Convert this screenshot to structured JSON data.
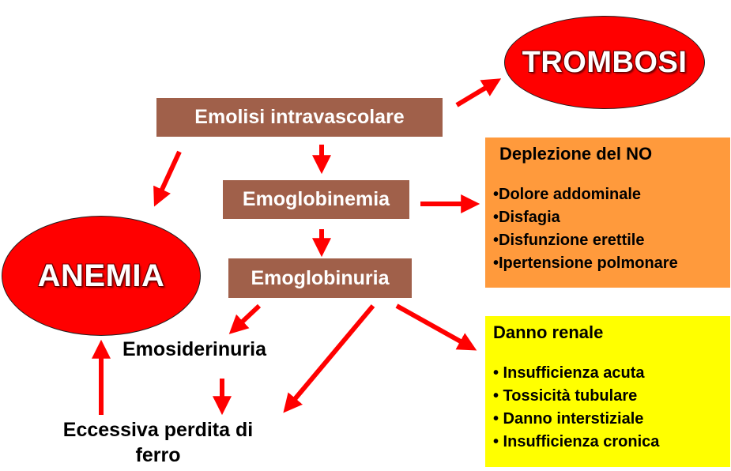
{
  "nodes": {
    "emolisi": "Emolisi intravascolare",
    "emoglobinemia": "Emoglobinemia",
    "emoglobinuria": "Emoglobinuria",
    "trombosi": "TROMBOSI",
    "anemia": "ANEMIA",
    "emosiderinuria": "Emosiderinuria",
    "perdita_line1": "Eccessiva perdita di",
    "perdita_line2": "ferro"
  },
  "no_panel": {
    "title": "Deplezione del NO",
    "items": [
      "•Dolore addominale",
      "•Disfagia",
      "•Disfunzione erettile",
      "•Ipertensione polmonare"
    ]
  },
  "renal_panel": {
    "title": "Danno renale",
    "items": [
      "• Insufficienza acuta",
      "• Tossicità tubulare",
      "• Danno interstiziale",
      "• Insufficienza cronica"
    ]
  },
  "colors": {
    "brown_box": "#a0604a",
    "ellipse_red": "#ff0000",
    "arrow_red": "#ff0000",
    "no_panel_orange": "#ff9a3c",
    "renal_panel_yellow": "#ffff00"
  }
}
